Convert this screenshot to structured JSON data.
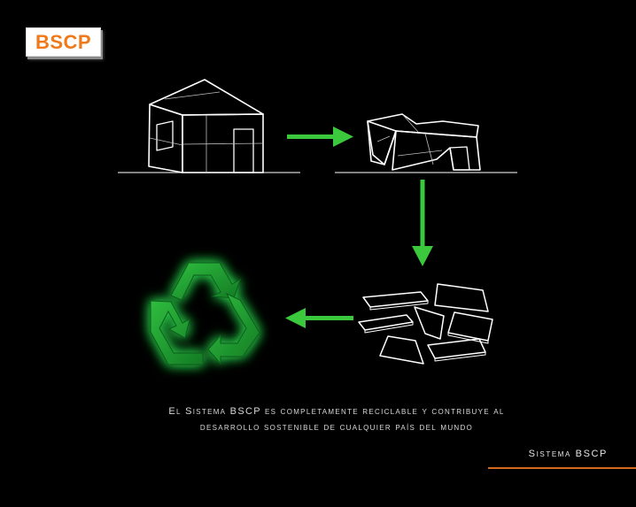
{
  "logo": {
    "text": "BSCP",
    "color": "#f07a1a"
  },
  "caption": {
    "line1": "El Sistema BSCP es completamente reciclable y contribuye al",
    "line2": "desarrollo sostenible de cualquier país del mundo"
  },
  "footer": {
    "label": "Sistema BSCP",
    "line_color": "#d2691e"
  },
  "diagram": {
    "arrow_color": "#3cc83c",
    "recycle_color": "#1fa02f",
    "stages": [
      "house-intact",
      "house-collapsed",
      "panels-fragments",
      "recycle-symbol"
    ]
  }
}
